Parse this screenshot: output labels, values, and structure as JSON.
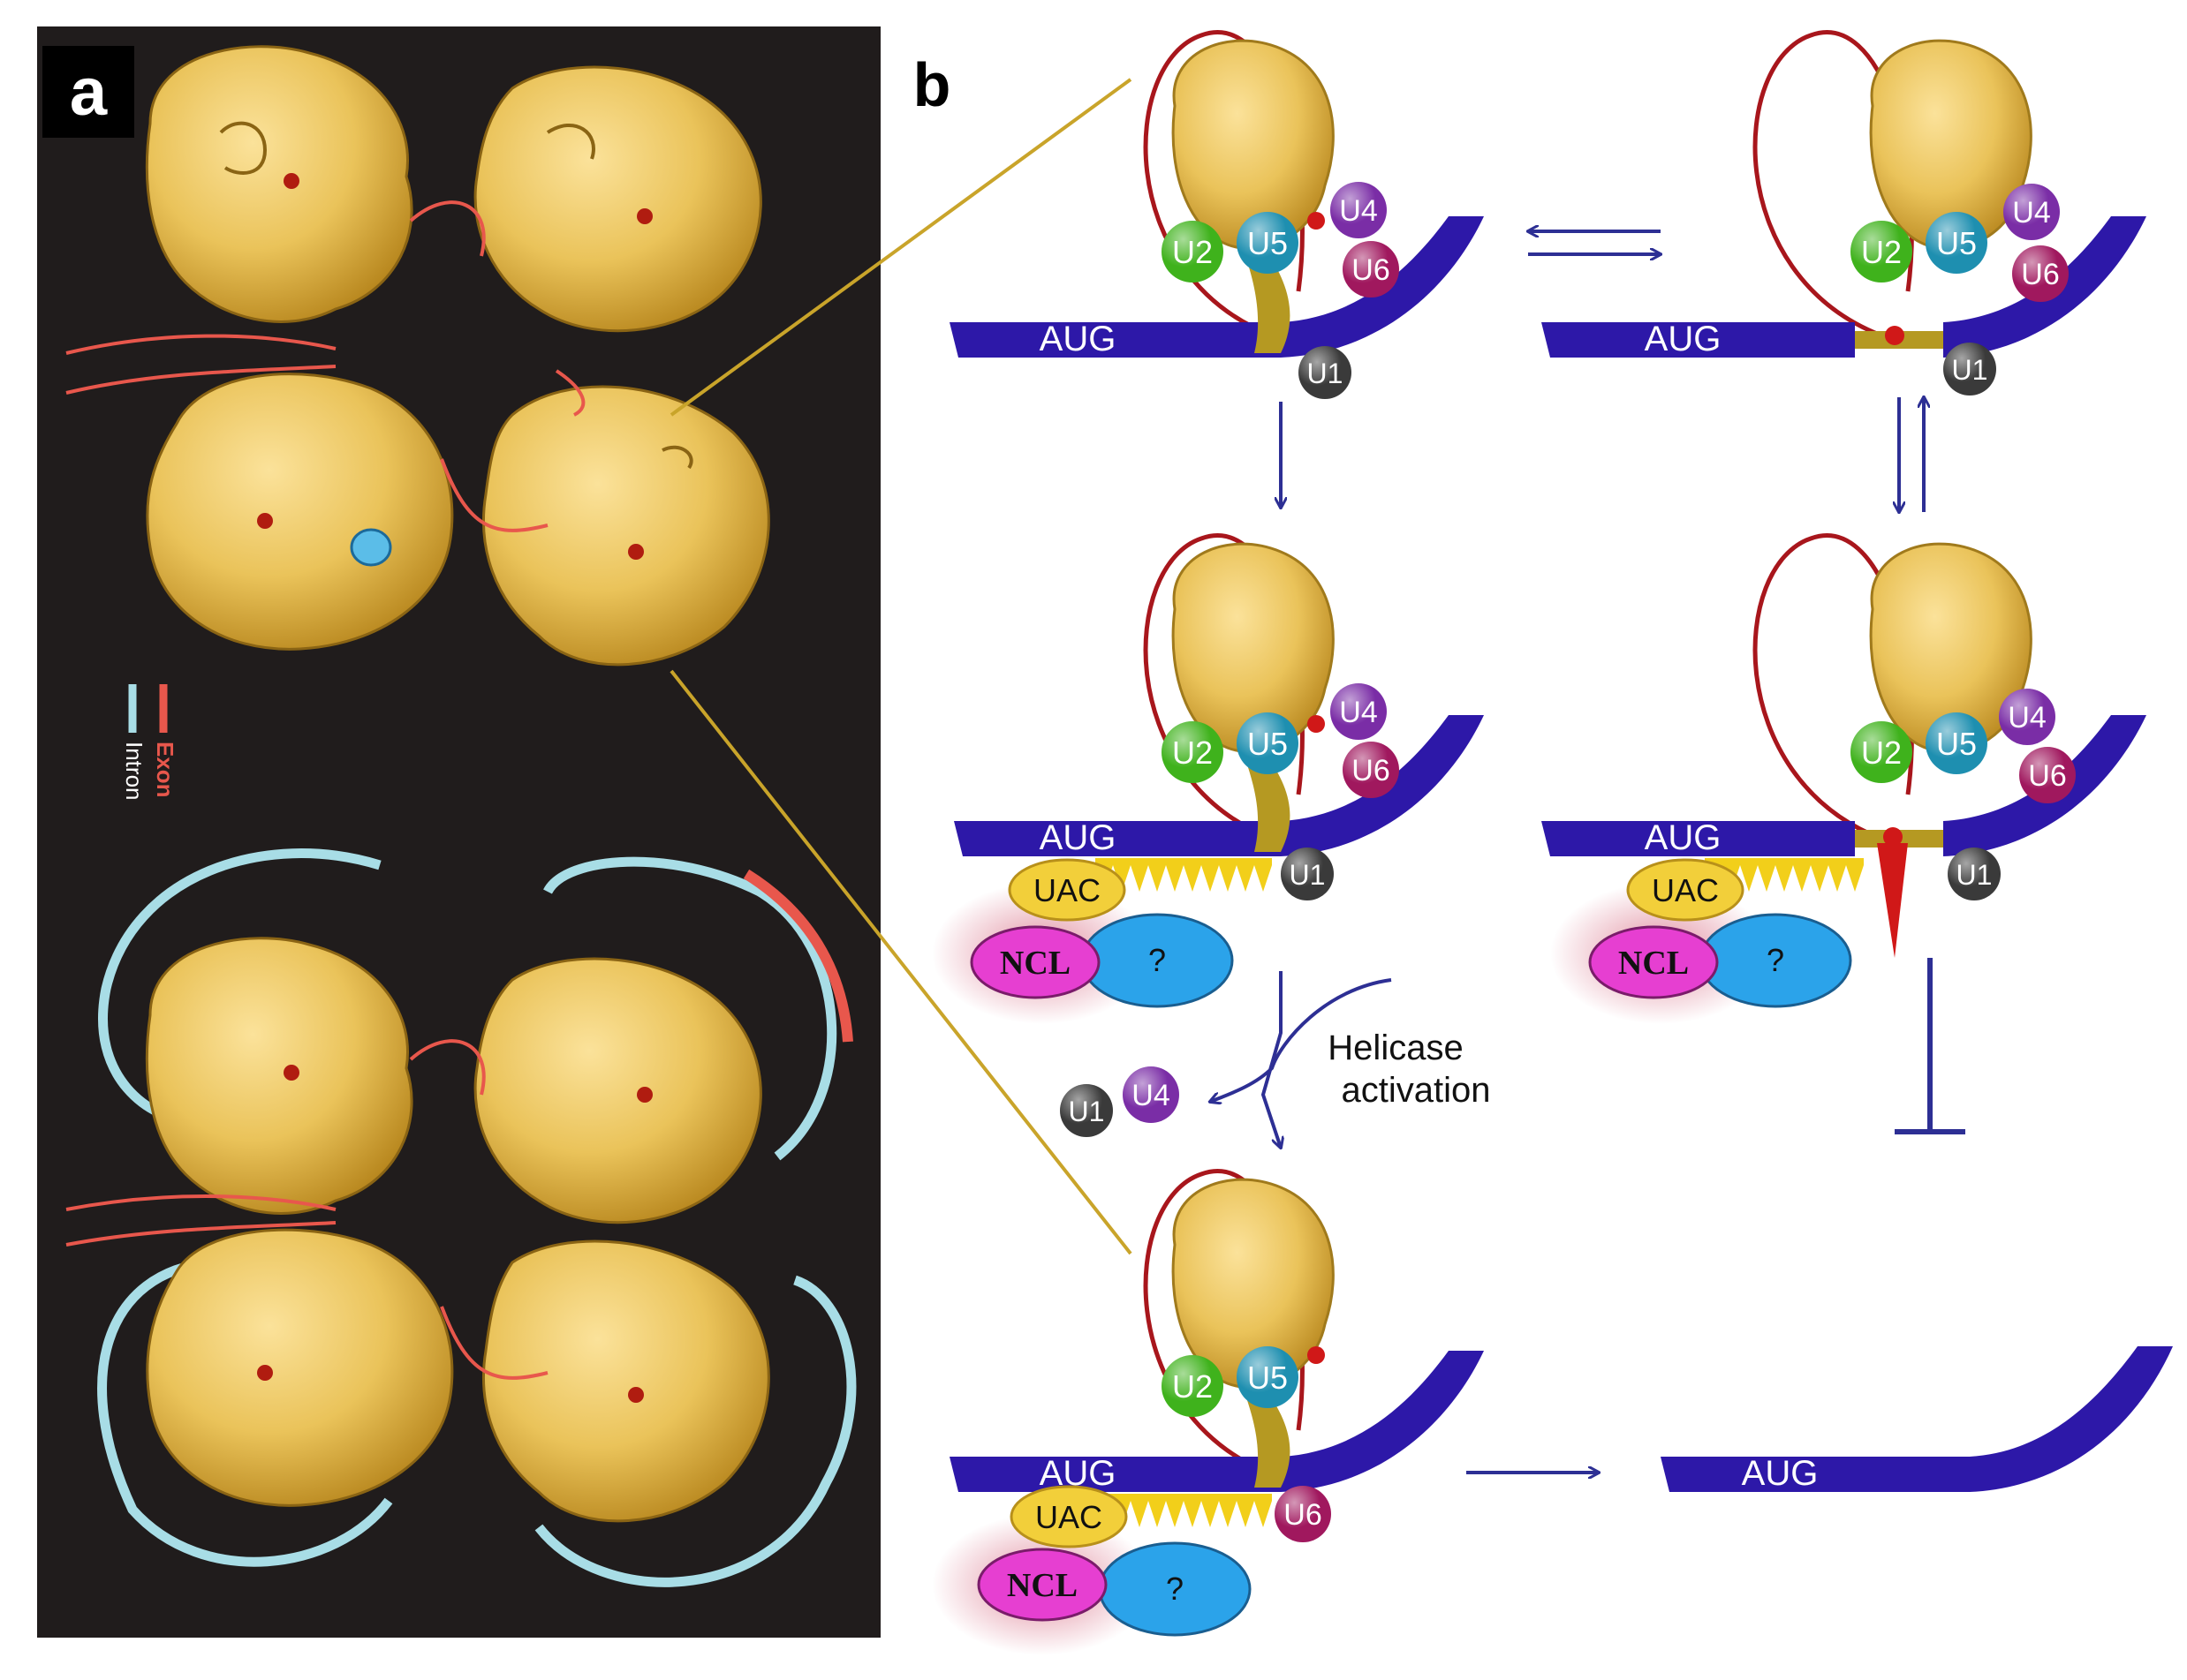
{
  "panel_a": {
    "letter": "a",
    "legend": {
      "exon_label": "Exon",
      "intron_label": "Intron",
      "exon_color": "#e8574c",
      "intron_color": "#a8dde6"
    },
    "background_color": "#201c1c",
    "density_color": "#eac35a"
  },
  "panel_b": {
    "letter": "b",
    "snrnps": {
      "u1": "U1",
      "u2": "U2",
      "u4": "U4",
      "u5": "U5",
      "u6": "U6"
    },
    "codon": "AUG",
    "anticodon": "UAC",
    "ncl": "NCL",
    "unknown": "?",
    "helicase_line1": "Helicase",
    "helicase_line2": "activation",
    "colors": {
      "mrna": "#2d18a8",
      "arrow": "#2d2f94",
      "u1": "#3a3a3a",
      "u2": "#3fb21c",
      "u4": "#7a2da6",
      "u5": "#1e8fb0",
      "u6": "#a0185e",
      "uac": "#f2cf3a",
      "ncl": "#e63fd1",
      "unknown": "#2ba3ea",
      "teeth": "#f2cf1a"
    }
  }
}
